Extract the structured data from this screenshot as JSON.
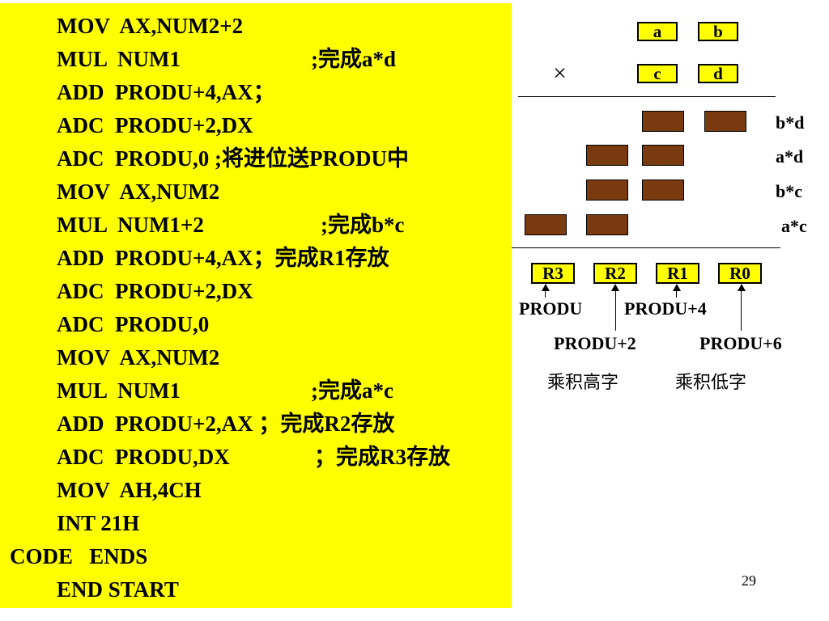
{
  "code": {
    "lines": [
      {
        "op": "MOV  AX,NUM2+2",
        "comment": ""
      },
      {
        "op": "MUL  NUM1",
        "comment": ";完成a*d"
      },
      {
        "op": "ADD  PRODU+4,AX；",
        "comment": ""
      },
      {
        "op": "ADC  PRODU+2,DX",
        "comment": ""
      },
      {
        "op": "ADC  PRODU,0 ;将进位送PRODU中",
        "comment": ""
      },
      {
        "op": "MOV  AX,NUM2",
        "comment": ""
      },
      {
        "op": "MUL  NUM1+2",
        "comment": ";完成b*c"
      },
      {
        "op": "ADD  PRODU+4,AX；完成R1存放",
        "comment": ""
      },
      {
        "op": "ADC  PRODU+2,DX",
        "comment": ""
      },
      {
        "op": "ADC  PRODU,0",
        "comment": ""
      },
      {
        "op": "MOV  AX,NUM2",
        "comment": ""
      },
      {
        "op": "MUL  NUM1",
        "comment": ";完成a*c"
      },
      {
        "op": "ADD  PRODU+2,AX ；完成R2存放",
        "comment": ""
      },
      {
        "op": "ADC  PRODU,DX",
        "comment": "；完成R3存放"
      },
      {
        "op": "MOV  AH,4CH",
        "comment": ""
      },
      {
        "op": "INT 21H",
        "comment": ""
      },
      {
        "op": "CODE   ENDS",
        "comment": ""
      },
      {
        "op": "END START",
        "comment": ""
      }
    ]
  },
  "diagram": {
    "multiplicand": [
      "a",
      "b"
    ],
    "multiplier": [
      "c",
      "d"
    ],
    "times_sign": "×",
    "partial_products": [
      "b*d",
      "a*d",
      "b*c",
      "a*c"
    ],
    "result_words": [
      "R3",
      "R2",
      "R1",
      "R0"
    ],
    "addresses": [
      "PRODU",
      "PRODU+2",
      "PRODU+4",
      "PRODU+6"
    ],
    "high_word_label": "乘积高字",
    "low_word_label": "乘积低字"
  },
  "page_number": "29",
  "colors": {
    "panel": "#ffff00",
    "block": "#7a3a10"
  }
}
